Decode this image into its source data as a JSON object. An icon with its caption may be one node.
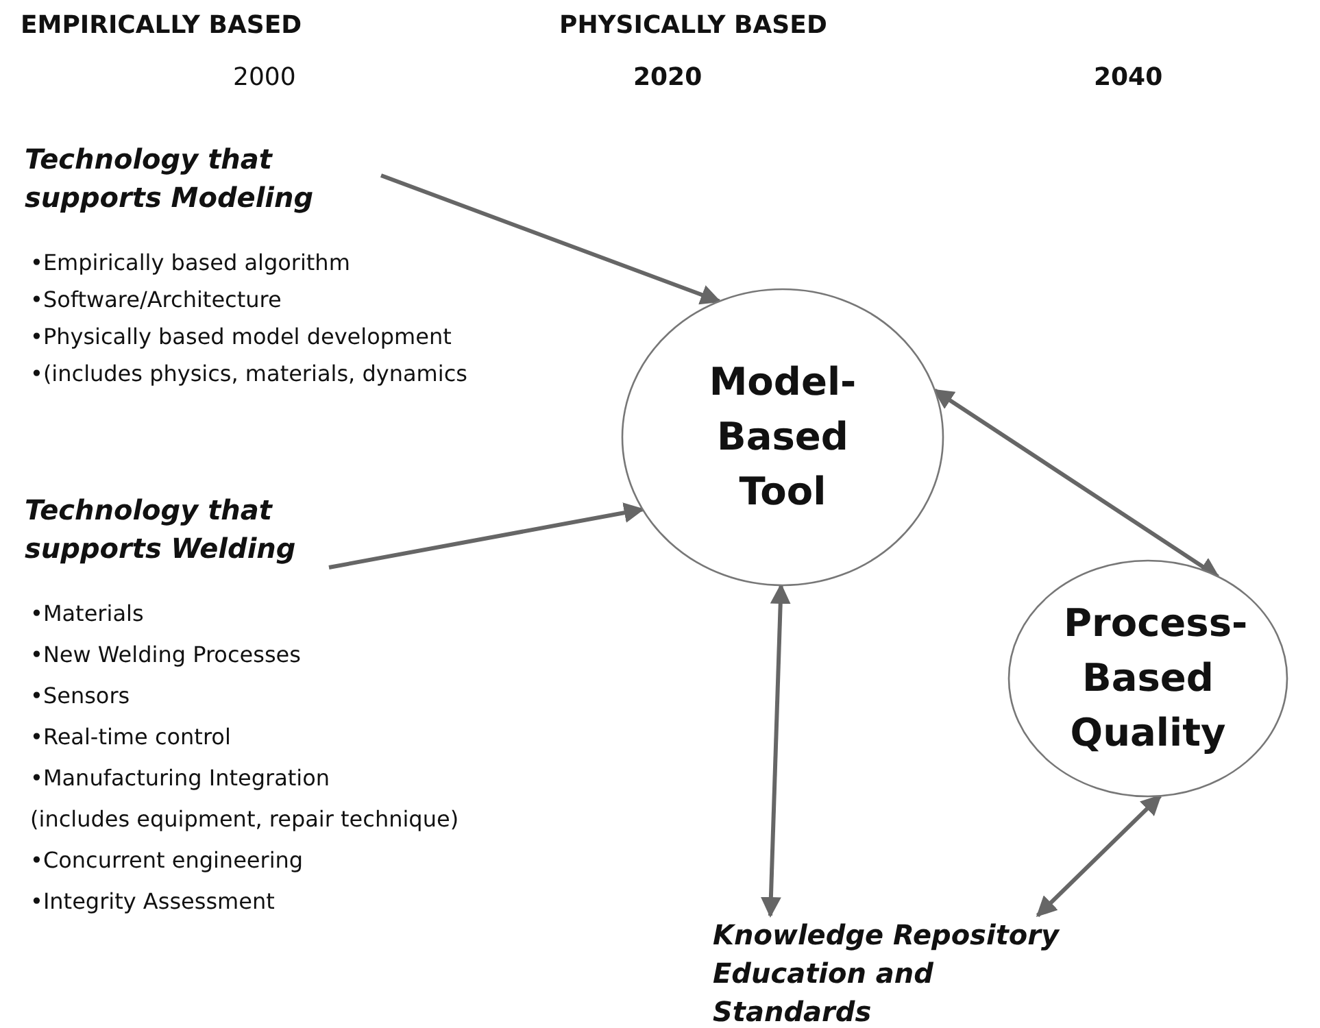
{
  "diagram": {
    "nodes": [
      {
        "text": [
          "Technology that supports Modeling"
        ],
        "beside": [
          "•Empirically based algorithm",
          "•Software/Architecture",
          "•Physically based model development",
          "•(includes physics, materials, dynamics"
        ]
      },
      {
        "text": [
          "Technology that supports Welding"
        ],
        "beside": [
          "•Materials",
          "•New Welding Processes",
          "•Sensors",
          "•Real-time control",
          "•Manufacturing Integration",
          "(includes equipment, repair technique)",
          "•Concurrent engineering",
          "•Integrity Assessment"
        ]
      },
      {
        "text": [
          "Model- Based Tool"
        ]
      },
      {
        "text": [
          "Process- Based Quality"
        ]
      },
      {
        "text": [
          "Knowledge Repository Education and Standards"
        ]
      }
    ],
    "edges": [
      {
        "from": 0,
        "to": 2,
        "arrow": "to"
      },
      {
        "from": 1,
        "to": 2,
        "arrow": "to"
      },
      {
        "from": 2,
        "to": 3,
        "arrow": "both"
      },
      {
        "from": 4,
        "to": 2,
        "arrow": "both"
      },
      {
        "from": 4,
        "to": 3,
        "arrow": "both"
      }
    ],
    "labels": [
      "EMPIRICALLY BASED",
      "PHYSICALLY BASED",
      "2000",
      "2020",
      "2040"
    ]
  }
}
